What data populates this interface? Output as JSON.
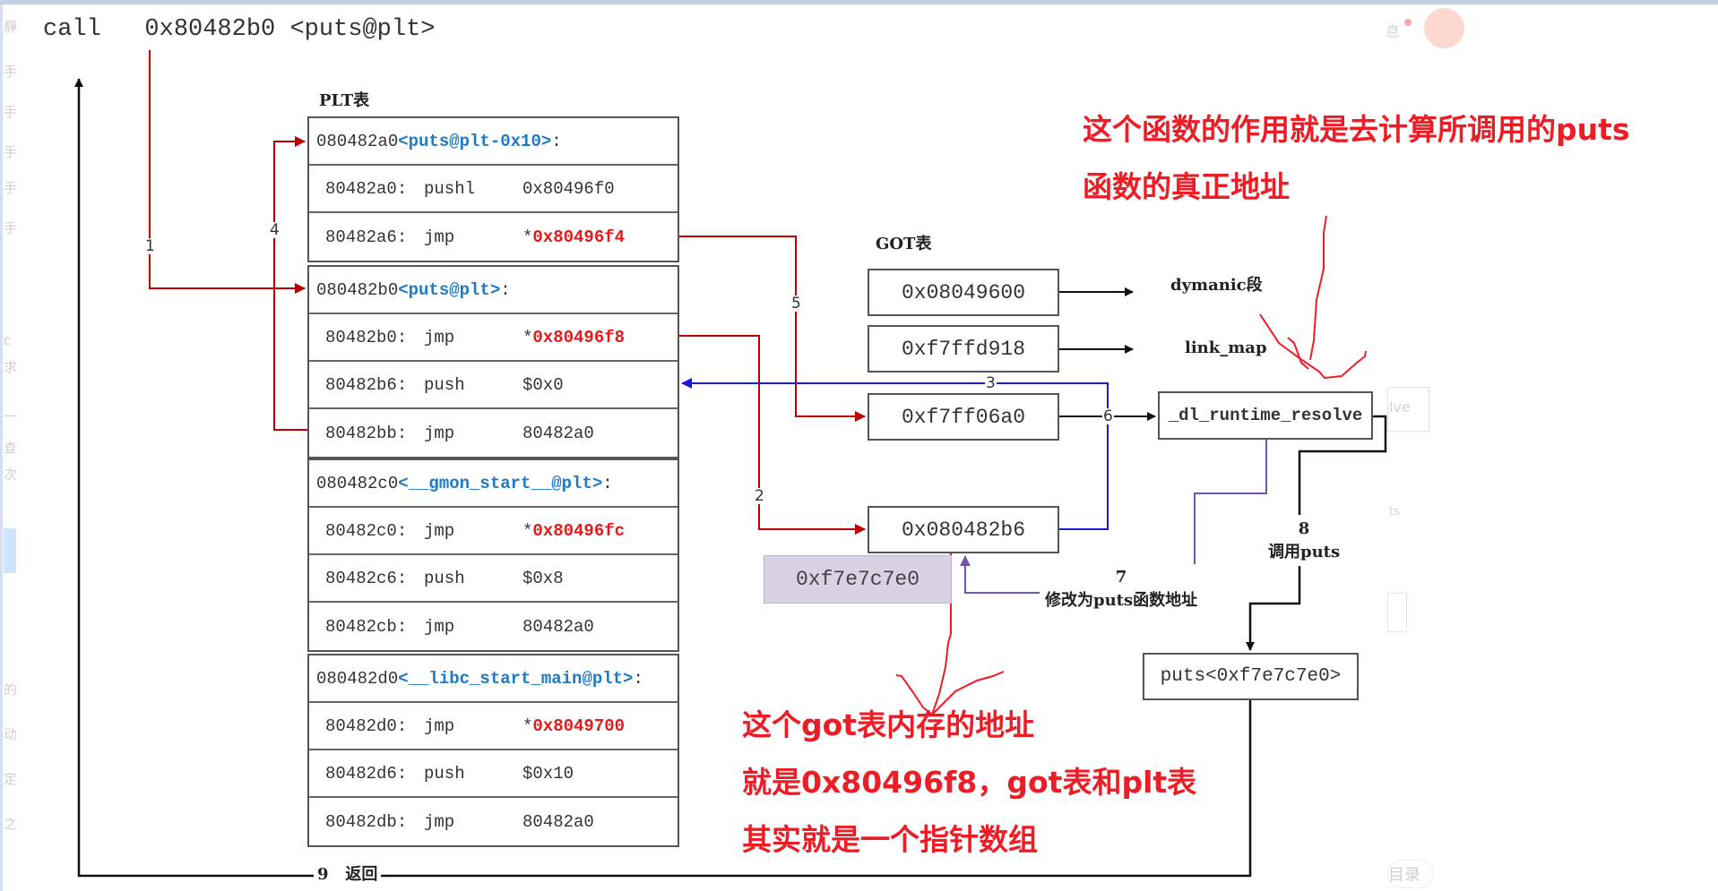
{
  "background": {
    "side_fragments": [
      "靜",
      "手",
      "手",
      "手",
      "手",
      "手",
      "c",
      "求",
      "一",
      "查",
      "次",
      "的",
      "动",
      "定",
      "之"
    ],
    "top_right_text": "息",
    "right_fragments": [
      "lve",
      "ts"
    ],
    "toc_label": "目录"
  },
  "call_instruction": {
    "mnemonic": "call",
    "address": "0x80482b0",
    "symbol": "<puts@plt>"
  },
  "plt": {
    "title": "PLT表",
    "groups": [
      {
        "header": {
          "address": "080482a0",
          "symbol": "<puts@plt-0x10>",
          "suffix": ":"
        },
        "rows": [
          {
            "addr": "80482a0:",
            "op": "pushl",
            "prefix": "",
            "arg": "0x80496f0",
            "arg_highlight": false
          },
          {
            "addr": "80482a6:",
            "op": "jmp",
            "prefix": "*",
            "arg": "0x80496f4",
            "arg_highlight": true
          }
        ]
      },
      {
        "header": {
          "address": "080482b0",
          "symbol": "<puts@plt>",
          "suffix": ":"
        },
        "rows": [
          {
            "addr": "80482b0:",
            "op": "jmp",
            "prefix": "*",
            "arg": "0x80496f8",
            "arg_highlight": true
          },
          {
            "addr": "80482b6:",
            "op": "push",
            "prefix": "",
            "arg": "$0x0",
            "arg_highlight": false
          },
          {
            "addr": "80482bb:",
            "op": "jmp",
            "prefix": "",
            "arg": "80482a0",
            "arg_highlight": false
          }
        ]
      },
      {
        "header": {
          "address": "080482c0",
          "symbol": "<__gmon_start__@plt>",
          "suffix": ":"
        },
        "rows": [
          {
            "addr": "80482c0:",
            "op": "jmp",
            "prefix": "*",
            "arg": "0x80496fc",
            "arg_highlight": true
          },
          {
            "addr": "80482c6:",
            "op": "push",
            "prefix": "",
            "arg": "$0x8",
            "arg_highlight": false
          },
          {
            "addr": "80482cb:",
            "op": "jmp",
            "prefix": "",
            "arg": "80482a0",
            "arg_highlight": false
          }
        ]
      },
      {
        "header": {
          "address": "080482d0",
          "symbol": "<__libc_start_main@plt>",
          "suffix": ":"
        },
        "rows": [
          {
            "addr": "80482d0:",
            "op": "jmp",
            "prefix": "*",
            "arg": "0x8049700",
            "arg_highlight": true
          },
          {
            "addr": "80482d6:",
            "op": "push",
            "prefix": "",
            "arg": "$0x10",
            "arg_highlight": false
          },
          {
            "addr": "80482db:",
            "op": "jmp",
            "prefix": "",
            "arg": "80482a0",
            "arg_highlight": false
          }
        ]
      }
    ]
  },
  "got": {
    "title": "GOT表",
    "entries": [
      "0x08049600",
      "0xf7ffd918",
      "0xf7ff06a0",
      "0x080482b6"
    ],
    "entry_labels": [
      "dymanic段",
      "link_map"
    ],
    "resolved_value": "0xf7e7c7e0"
  },
  "resolver": {
    "name": "_dl_runtime_resolve"
  },
  "puts_target": {
    "label": "puts<0xf7e7c7e0>"
  },
  "steps": {
    "s1": "1",
    "s2": "2",
    "s3": "3",
    "s4": "4",
    "s5": "5",
    "s6": "6",
    "s7": "7",
    "s7_label": "修改为puts函数地址",
    "s8": "8",
    "s8_label": "调用puts",
    "s9": "9",
    "s9_label": "返回"
  },
  "annotations": {
    "top_note": [
      "这个函数的作用就是去计算所调用的puts",
      "函数的真正地址"
    ],
    "bottom_note": [
      "这个got表内存的地址",
      "就是0x80496f8，got表和plt表",
      "其实就是一个指针数组"
    ]
  },
  "colors": {
    "flow_red": "#c00000",
    "flow_blue": "#1a1adf",
    "flow_purple": "#7a52b3",
    "annotation_red": "#ee1c25",
    "symbol_blue": "#1f7bc7",
    "got_target_red": "#e31b1b"
  }
}
